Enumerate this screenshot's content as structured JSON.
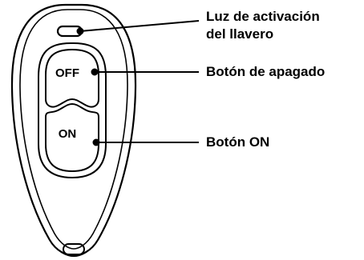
{
  "callouts": {
    "light": {
      "line1": "Luz de activación",
      "line2": "del llavero"
    },
    "off": "Botón de apagado",
    "on": "Botón ON"
  },
  "buttons": {
    "off_label": "OFF",
    "on_label": "ON"
  },
  "colors": {
    "outline": "#000000",
    "background": "#ffffff"
  }
}
